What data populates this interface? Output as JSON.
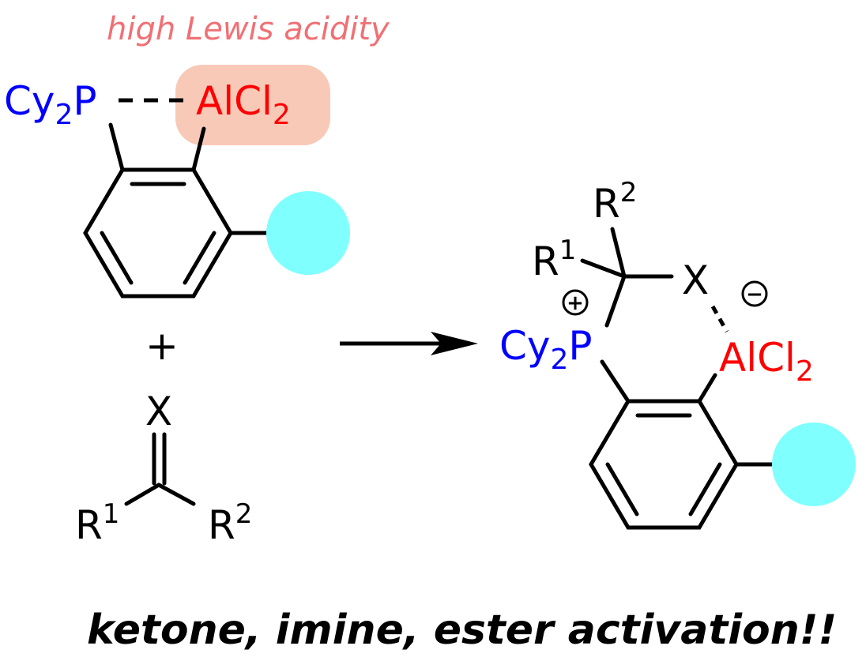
{
  "annotation": "high Lewis acidity",
  "reactant": {
    "phosphine": {
      "main": "Cy",
      "sub": "2",
      "end": "P"
    },
    "alane": {
      "main": "AlCl",
      "sub": "2"
    },
    "plus": "+",
    "heteroatom": "X",
    "r1": {
      "main": "R",
      "sup": "1"
    },
    "r2": {
      "main": "R",
      "sup": "2"
    }
  },
  "product": {
    "phosphonium": {
      "main": "Cy",
      "sub": "2",
      "end": "P"
    },
    "aluminate": {
      "main": "AlCl",
      "sub": "2"
    },
    "plus_charge": "+",
    "minus_charge": "−",
    "heteroatom": "X",
    "r1": {
      "main": "R",
      "sup": "1"
    },
    "r2": {
      "main": "R",
      "sup": "2"
    }
  },
  "caption": "ketone, imine, ester activation!!",
  "colors": {
    "phosphorus": "#0000ff",
    "aluminum": "#ff0000",
    "highlight": "#f9c9b8",
    "annotation": "#f07075",
    "substituent": "#80ffff"
  }
}
